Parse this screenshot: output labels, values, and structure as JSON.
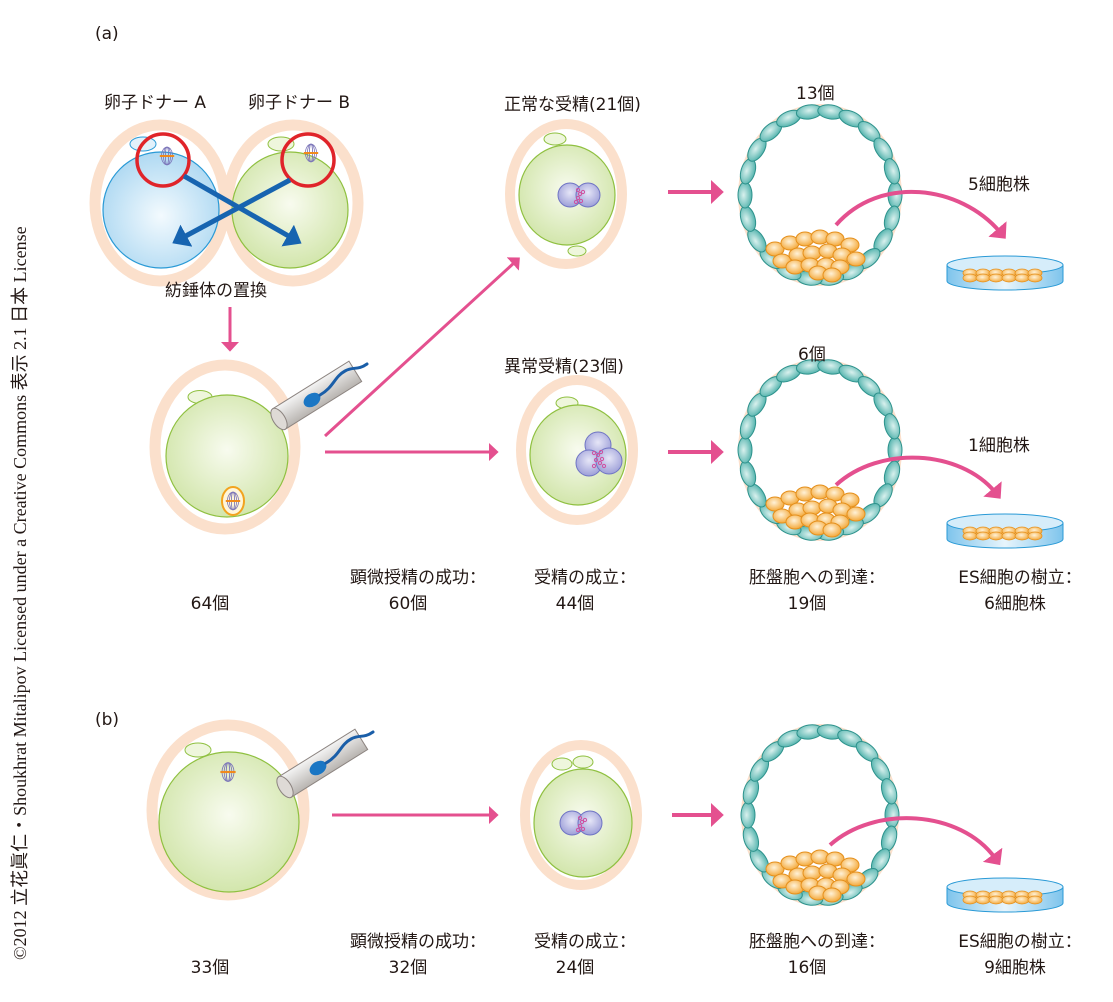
{
  "copyright": "©2012 立花眞仁・Shoukhrat Mitalipov Licensed under a Creative Commons 表示 2.1 日本 License",
  "colors": {
    "arrow_pink": "#e4508f",
    "swap_arrow_blue": "#1764b0",
    "highlight_red": "#e0242a",
    "zona_peach": "#fbe0cc",
    "oocyte_green": "#d9eab8",
    "oocyte_green_stroke": "#8fc040",
    "oocyte_blue": "#cbe6f6",
    "oocyte_blue_stroke": "#2a9ad6",
    "trophectoderm_teal": "#55b5b0",
    "icm_orange": "#f5a93c",
    "dish_blue": "#bfe1f5"
  },
  "panel_a": {
    "label": "(a)",
    "donor_a": "卵子ドナー A",
    "donor_b": "卵子ドナー B",
    "spindle_transfer": "紡錘体の置換",
    "normal_fertilization": "正常な受精(21個)",
    "abnormal_fertilization": "異常受精(23個)",
    "blastocyst_top_count": "13個",
    "blastocyst_bottom_count": "6個",
    "cell_lines_top": "5細胞株",
    "cell_lines_bottom": "1細胞株",
    "summary": [
      {
        "heading": "",
        "value": "64個"
      },
      {
        "heading": "顕微授精の成功：",
        "value": "60個"
      },
      {
        "heading": "受精の成立：",
        "value": "44個"
      },
      {
        "heading": "胚盤胞への到達：",
        "value": "19個"
      },
      {
        "heading": "ES細胞の樹立：",
        "value": "6細胞株"
      }
    ]
  },
  "panel_b": {
    "label": "(b)",
    "summary": [
      {
        "heading": "",
        "value": "33個"
      },
      {
        "heading": "顕微授精の成功：",
        "value": "32個"
      },
      {
        "heading": "受精の成立：",
        "value": "24個"
      },
      {
        "heading": "胚盤胞への到達：",
        "value": "16個"
      },
      {
        "heading": "ES細胞の樹立：",
        "value": "9細胞株"
      }
    ]
  }
}
